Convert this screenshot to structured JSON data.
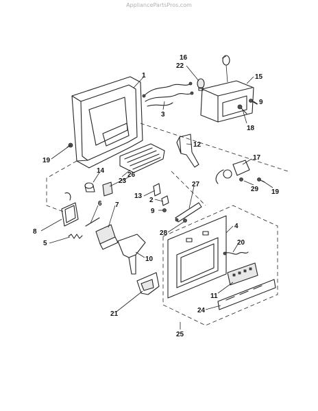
{
  "watermark": "AppliancePartsPros.com",
  "callouts": {
    "c1": "1",
    "c2": "2",
    "c3": "3",
    "c4": "4",
    "c5": "5",
    "c6": "6",
    "c7": "7",
    "c8": "8",
    "c9a": "9",
    "c9b": "9",
    "c10": "10",
    "c11": "11",
    "c12": "12",
    "c13": "13",
    "c14": "14",
    "c15": "15",
    "c16": "16",
    "c17": "17",
    "c18": "18",
    "c19a": "19",
    "c19b": "19",
    "c20": "20",
    "c21": "21",
    "c22": "22",
    "c23": "23",
    "c24": "24",
    "c25": "25",
    "c26": "26",
    "c27": "27",
    "c28": "28",
    "c29": "29"
  }
}
